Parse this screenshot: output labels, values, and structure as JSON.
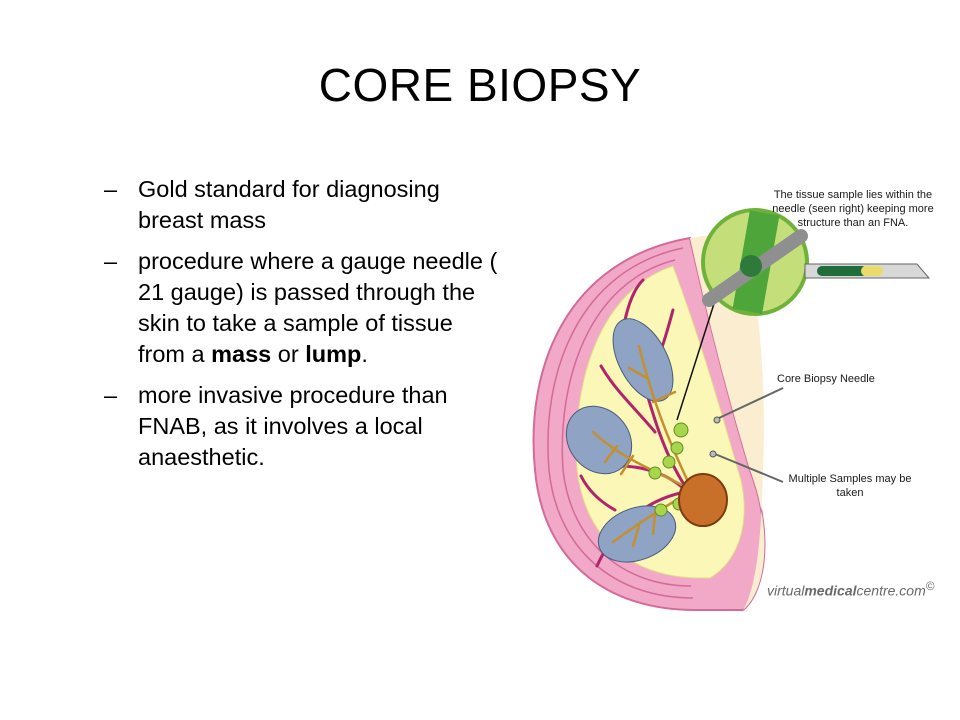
{
  "slide": {
    "title": "CORE BIOPSY",
    "bullets": [
      {
        "marker": "–",
        "text": "Gold standard for diagnosing breast mass"
      },
      {
        "marker": "–",
        "text_before": "procedure where a gauge needle ( 21 gauge) is passed through the skin to take a sample of tissue from a ",
        "bold1": "mass",
        "middle": " or ",
        "bold2": "lump",
        "text_after": "."
      },
      {
        "marker": "–",
        "text": "more invasive procedure than FNAB, as it involves a local anaesthetic."
      }
    ]
  },
  "figure": {
    "callouts": {
      "tissue_sample": "The tissue sample lies within the needle (seen right) keeping more structure than an FNA.",
      "needle": "Core Biopsy Needle",
      "multiple": "Multiple Samples may be taken"
    },
    "watermark": {
      "prefix": "virtual",
      "bold": "medical",
      "suffix": "centre.com",
      "mark": "©"
    },
    "colors": {
      "skin": "#f2a9c8",
      "fat": "#fbf7b7",
      "lobules": "#8fa3c4",
      "ducts": "#c4902f",
      "vessels": "#b0246e",
      "nodes": "#a7d64d",
      "nipple": "#c8702a",
      "magnifier_ring": "#6fb23a"
    }
  }
}
